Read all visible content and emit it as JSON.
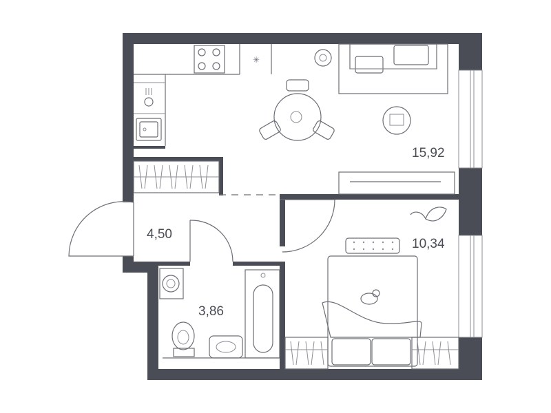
{
  "colors": {
    "wall": "#4a4d55",
    "furniture_line": "#6b6e75",
    "background": "#ffffff"
  },
  "rooms": [
    {
      "id": "living-room",
      "area": "15,92"
    },
    {
      "id": "hallway",
      "area": "4,50"
    },
    {
      "id": "bathroom",
      "area": "3,86"
    },
    {
      "id": "bedroom",
      "area": "10,34"
    }
  ],
  "icons": [
    "stove-icon",
    "sink-icon",
    "dining-table-icon",
    "sofa-icon",
    "tv-icon",
    "bed-icon",
    "cat-icon",
    "plant-icon",
    "bathtub-icon",
    "toilet-icon",
    "washing-machine-icon",
    "wardrobe-icon"
  ]
}
